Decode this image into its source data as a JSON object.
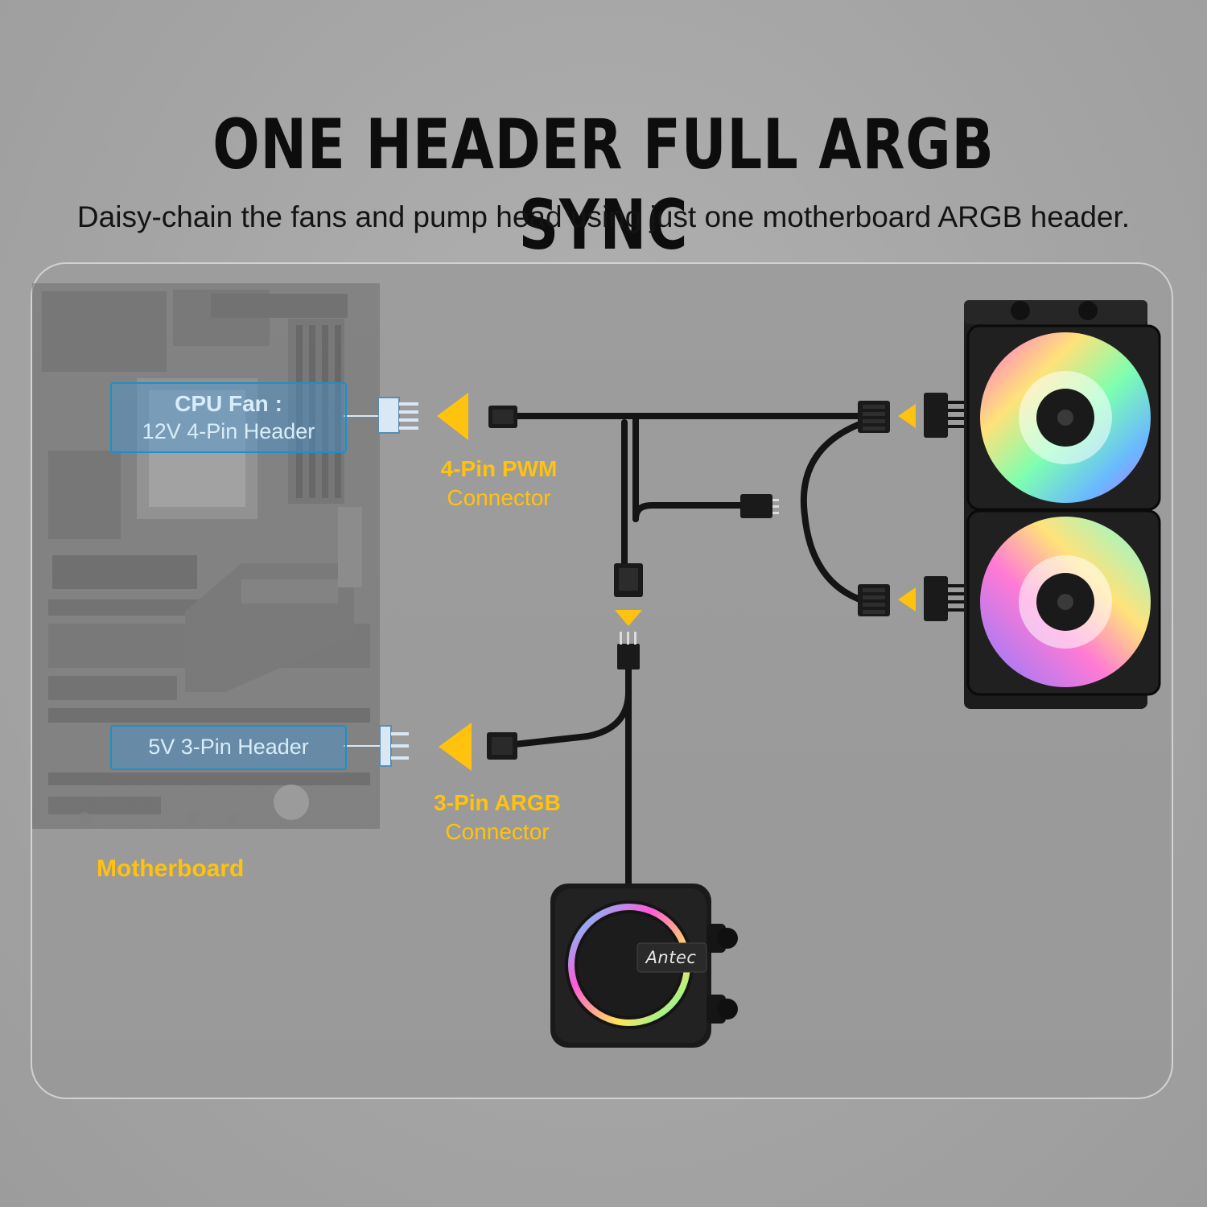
{
  "headline": "ONE HEADER FULL ARGB SYNC",
  "subline": "Daisy-chain the fans and pump head using just one motherboard ARGB header.",
  "motherboard": {
    "label": "Motherboard",
    "cpu_fan_header": {
      "title": "CPU Fan :",
      "subtitle": "12V 4-Pin Header"
    },
    "argb_header": {
      "label": "5V 3-Pin Header"
    }
  },
  "connectors": {
    "pwm": {
      "title": "4-Pin PWM",
      "subtitle": "Connector"
    },
    "argb": {
      "title": "3-Pin ARGB",
      "subtitle": "Connector"
    }
  },
  "pump": {
    "brand": "Antec"
  },
  "colors": {
    "accent_yellow": "#ffc20e",
    "header_blue": "#1e8fc8",
    "cable_black": "#141414",
    "background_gray": "#a8a8a8"
  }
}
